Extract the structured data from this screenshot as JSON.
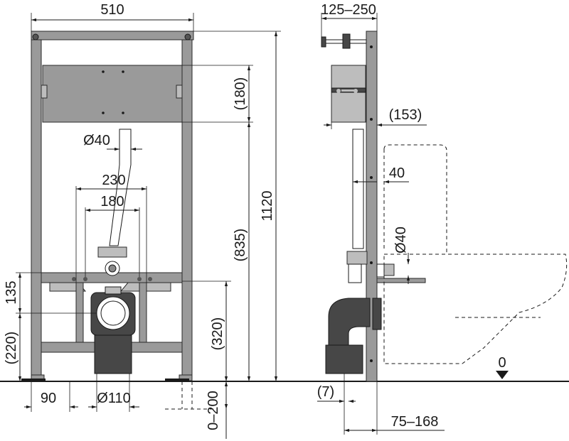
{
  "dimensions": {
    "frame_width": "510",
    "side_depth": "125–250",
    "panel_height": "(180)",
    "total_height": "1120",
    "pipe_diameter_40": "Ø40",
    "spacing_230": "230",
    "spacing_180": "180",
    "mount_height": "(835)",
    "dim_135": "135",
    "dim_220": "(220)",
    "dim_320": "(320)",
    "foot_90": "90",
    "outlet_110": "Ø110",
    "adjust_0_200": "0–200",
    "side_153": "(153)",
    "side_40": "40",
    "side_pipe_40": "Ø40",
    "side_7": "(7)",
    "side_75_168": "75–168",
    "floor_level": "0"
  },
  "colors": {
    "frame": "#9a9a9a",
    "frame_light": "#bdbdbd",
    "dark_parts": "#474747",
    "lines": "#1a1a1a"
  }
}
